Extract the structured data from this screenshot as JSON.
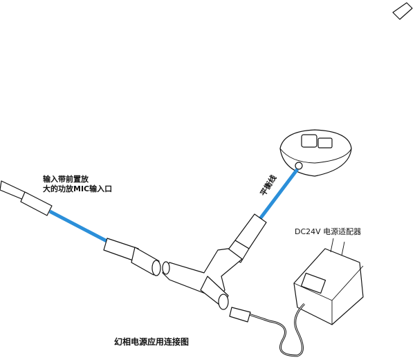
{
  "labels": {
    "amp_input_line1": "输入带前置放",
    "amp_input_line2": "大的功放MIC输入口",
    "balanced_cable": "平衡线",
    "power_adapter": "DC24V 电源适配器",
    "caption": "幻相电源应用连接图"
  },
  "colors": {
    "cable": "#2b8fd9",
    "line": "#111111"
  }
}
